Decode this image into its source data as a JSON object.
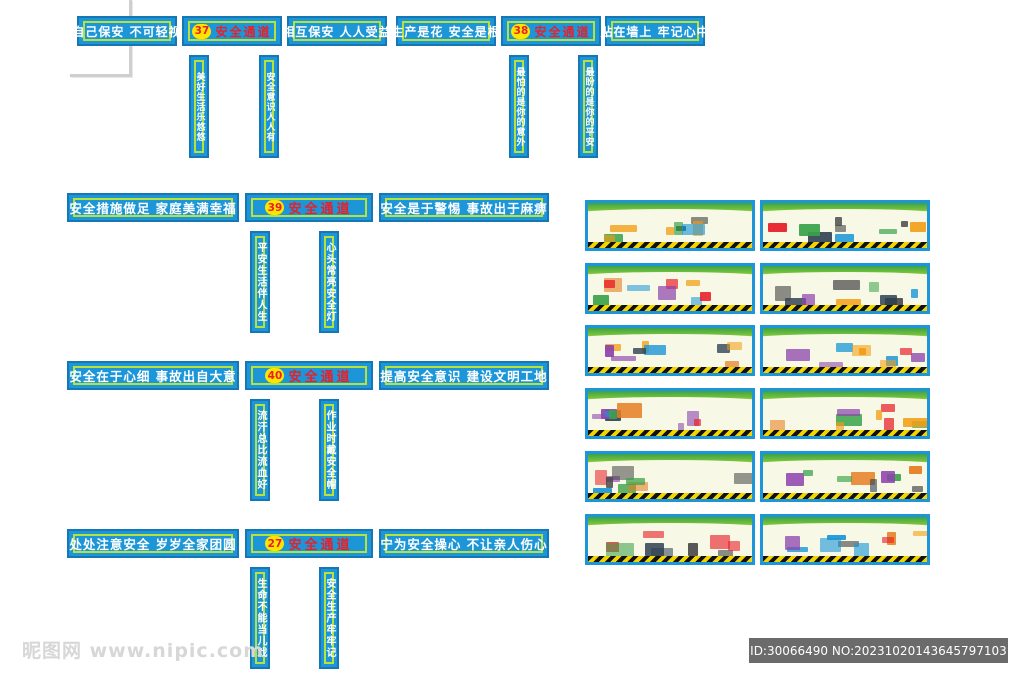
{
  "top_row": {
    "banners": [
      {
        "text": "自己保安  不可轻视"
      },
      {
        "num": "37",
        "text": "安全通道"
      },
      {
        "text": "相互保安  人人受益"
      },
      {
        "text": "生产是花  安全是根"
      },
      {
        "num": "38",
        "text": "安全通道"
      },
      {
        "text": "贴在墙上  牢记心中"
      }
    ],
    "verticals": [
      {
        "text": "美好生活乐悠悠"
      },
      {
        "text": "安全意识人人有"
      },
      {
        "text": "最怕的是你的意外"
      },
      {
        "text": "最盼的是你的平安"
      }
    ]
  },
  "sections": [
    {
      "left": "安全措施做足  家庭美满幸福",
      "num": "39",
      "passage": "安全通道",
      "right": "安全是于警惕  事故出于麻痹",
      "v1": "平安生活伴人生",
      "v2": "心头常亮安全灯"
    },
    {
      "left": "安全在于心细  事故出自大意",
      "num": "40",
      "passage": "安全通道",
      "right": "提高安全意识  建设文明工地",
      "v1": "流汗总比流血好",
      "v2": "作业时戴安全帽"
    },
    {
      "left": "处处注意安全  岁岁全家团圆",
      "num": "27",
      "passage": "安全通道",
      "right": "宁为安全操心  不让亲人伤心",
      "v1": "生命不能当儿戏",
      "v2": "安全生产牢牢记"
    }
  ],
  "watermark_left": "昵图网 www.nipic.com",
  "watermark_right": "ID:30066490 NO:20231020143645797103",
  "colors": {
    "banner_blue": "#1c96d8",
    "banner_inner_border": "#b7e23a",
    "passage_red": "#e8202a",
    "number_badge": "#ffe400",
    "hazard_yellow": "#f3d300"
  }
}
